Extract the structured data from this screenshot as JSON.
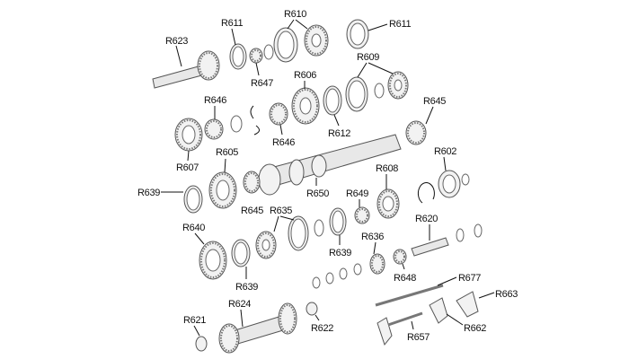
{
  "title": "Transmission gear train exploded view",
  "labels": [
    "R623",
    "R611",
    "R647",
    "R610",
    "R611",
    "R609",
    "R646",
    "R606",
    "R645",
    "R607",
    "R646",
    "R612",
    "R605",
    "R650",
    "R608",
    "R602",
    "R639",
    "R645",
    "R649",
    "R635",
    "R620",
    "R640",
    "R639",
    "R636",
    "R677",
    "R639",
    "R648",
    "R663",
    "R624",
    "R621",
    "R622",
    "R657",
    "R662"
  ]
}
